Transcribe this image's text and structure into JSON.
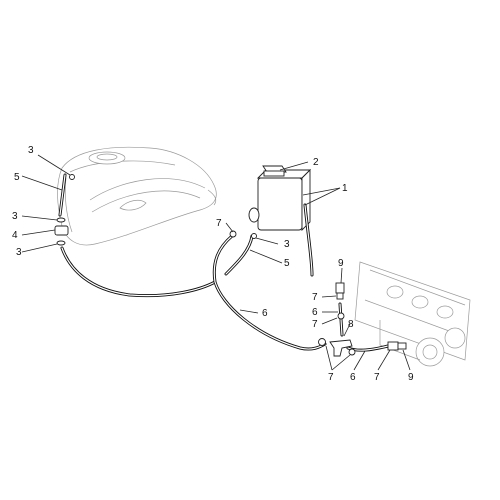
{
  "diagram": {
    "callouts": [
      {
        "id": "c-3a",
        "label": "3"
      },
      {
        "id": "c-5a",
        "label": "5"
      },
      {
        "id": "c-3b",
        "label": "3"
      },
      {
        "id": "c-4",
        "label": "4"
      },
      {
        "id": "c-3c",
        "label": "3"
      },
      {
        "id": "c-2",
        "label": "2"
      },
      {
        "id": "c-1",
        "label": "1"
      },
      {
        "id": "c-7a",
        "label": "7"
      },
      {
        "id": "c-3d",
        "label": "3"
      },
      {
        "id": "c-5b",
        "label": "5"
      },
      {
        "id": "c-6a",
        "label": "6"
      },
      {
        "id": "c-9a",
        "label": "9"
      },
      {
        "id": "c-7b",
        "label": "7"
      },
      {
        "id": "c-6b",
        "label": "6"
      },
      {
        "id": "c-7c",
        "label": "7"
      },
      {
        "id": "c-8",
        "label": "8"
      },
      {
        "id": "c-7d",
        "label": "7"
      },
      {
        "id": "c-6c",
        "label": "6"
      },
      {
        "id": "c-7e",
        "label": "7"
      },
      {
        "id": "c-9b",
        "label": "9"
      }
    ]
  }
}
